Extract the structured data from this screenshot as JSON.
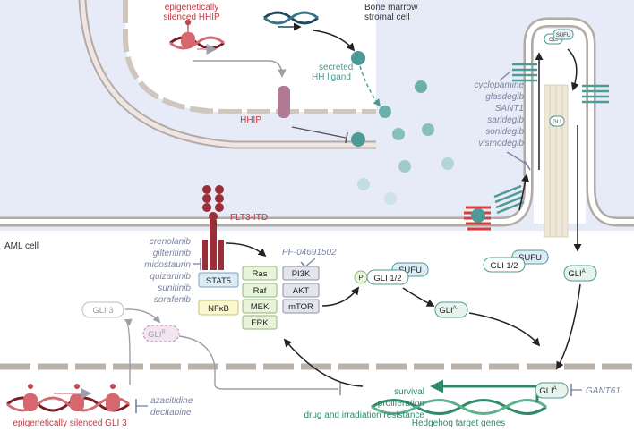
{
  "labels": {
    "epi_hhip": "epigenetically\nsilenced HHIP",
    "bone_marrow": "Bone marrow\nstromal cell",
    "secreted_hh": "secreted\nHH ligand",
    "hhip": "HHIP",
    "flt3": "FLT3-ITD",
    "aml_cell": "AML cell",
    "pf": "PF-04691502",
    "gant61": "GANT61",
    "hh_target": "Hedgehog target genes",
    "epi_gli3": "epigenetically silenced GLI 3",
    "outcomes": [
      "survival",
      "proliferation",
      "drug and irradiation resistance"
    ]
  },
  "drugs": {
    "smo_inhibitors": [
      "cyclopamine",
      "glasdegib",
      "SANT1",
      "saridegib",
      "sonidegib",
      "vismodegib"
    ],
    "flt3_inhibitors": [
      "crenolanib",
      "gilteritinib",
      "midostaurin",
      "quizartinib",
      "sunitinib",
      "sorafenib"
    ],
    "hypomethylating": [
      "azacitidine",
      "decitabine"
    ]
  },
  "boxes": {
    "stat5": "STAT5",
    "nfkb": "NFκB",
    "mapk": [
      "Ras",
      "Raf",
      "MEK",
      "ERK"
    ],
    "pi3k": [
      "PI3K",
      "AKT",
      "mTOR"
    ],
    "sufu": "SUFU",
    "gli12": "GLI 1/2",
    "p": "P",
    "glia": "GLI",
    "glir": "GLI",
    "gli3": "GLI 3",
    "gli_cilium": "GLI",
    "sup_a": "A",
    "sup_r": "R"
  },
  "colors": {
    "teal": "#4e9a94",
    "flt3_red": "#9a2f3a",
    "hhip_purple": "#b07a95",
    "receptor_red": "#d83c3c",
    "membrane": "#cfc6c0",
    "stroma_bg": "#e6ebf7",
    "arrow": "#222222",
    "drug_text": "#7a849f",
    "green_box": "#e7f4da",
    "yellow_box": "#fbf8d0",
    "blue_box": "#dcecf6",
    "grey_box": "#e3e4ec"
  }
}
